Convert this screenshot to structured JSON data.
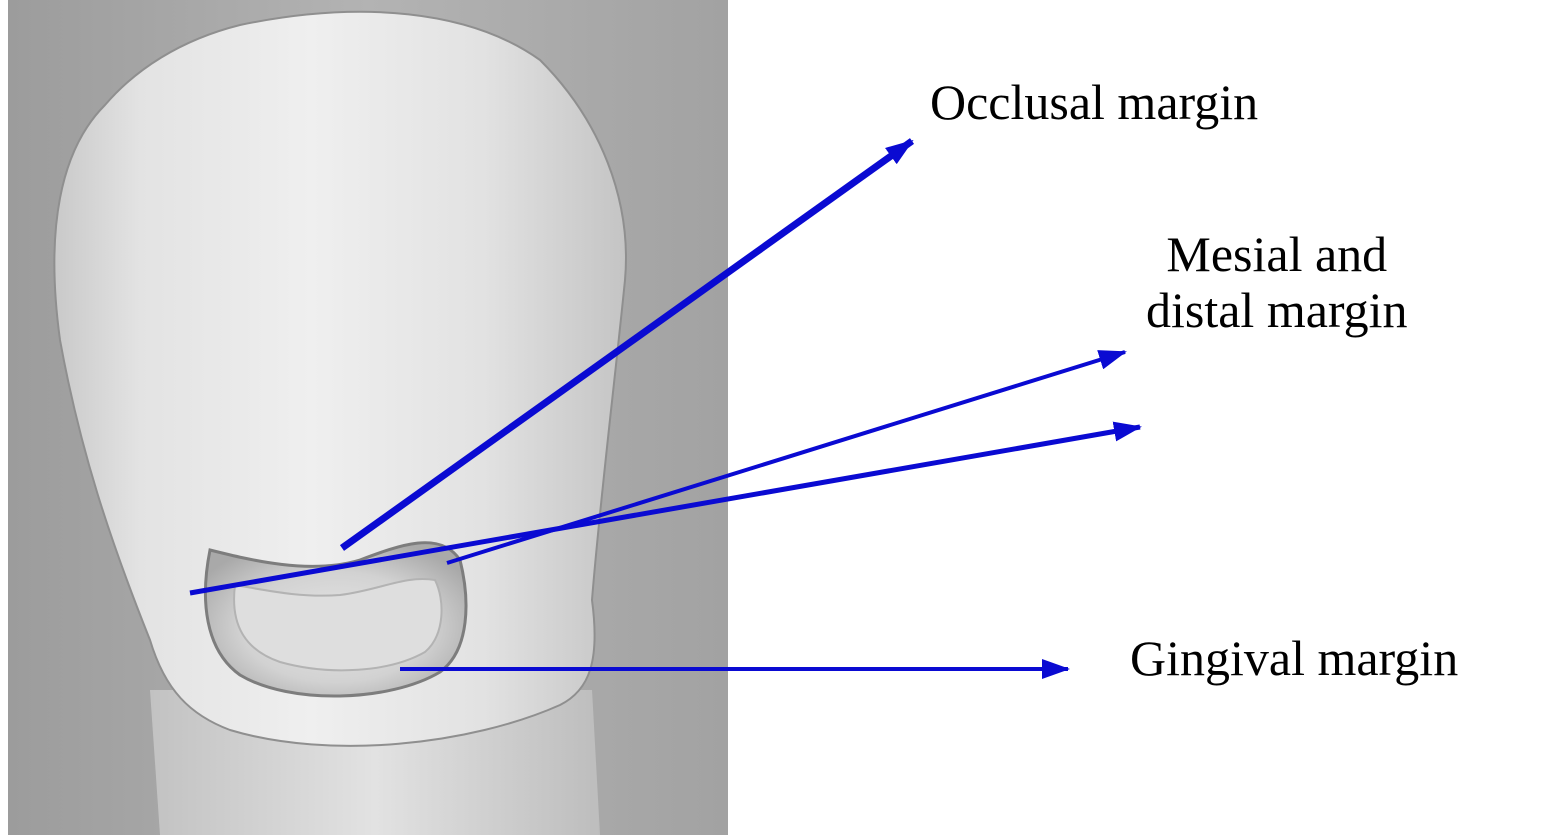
{
  "labels": {
    "occlusal_margin": "Occlusal margin",
    "mesial_line1": "Mesial and",
    "mesial_line2": "distal margin",
    "gingival_margin": "Gingival margin"
  },
  "colors": {
    "arrow": "#0a0ad2",
    "background": "#ffffff",
    "text": "#000000",
    "photo_bg": "#a7a7a7",
    "tooth": "#e6e6e6"
  }
}
